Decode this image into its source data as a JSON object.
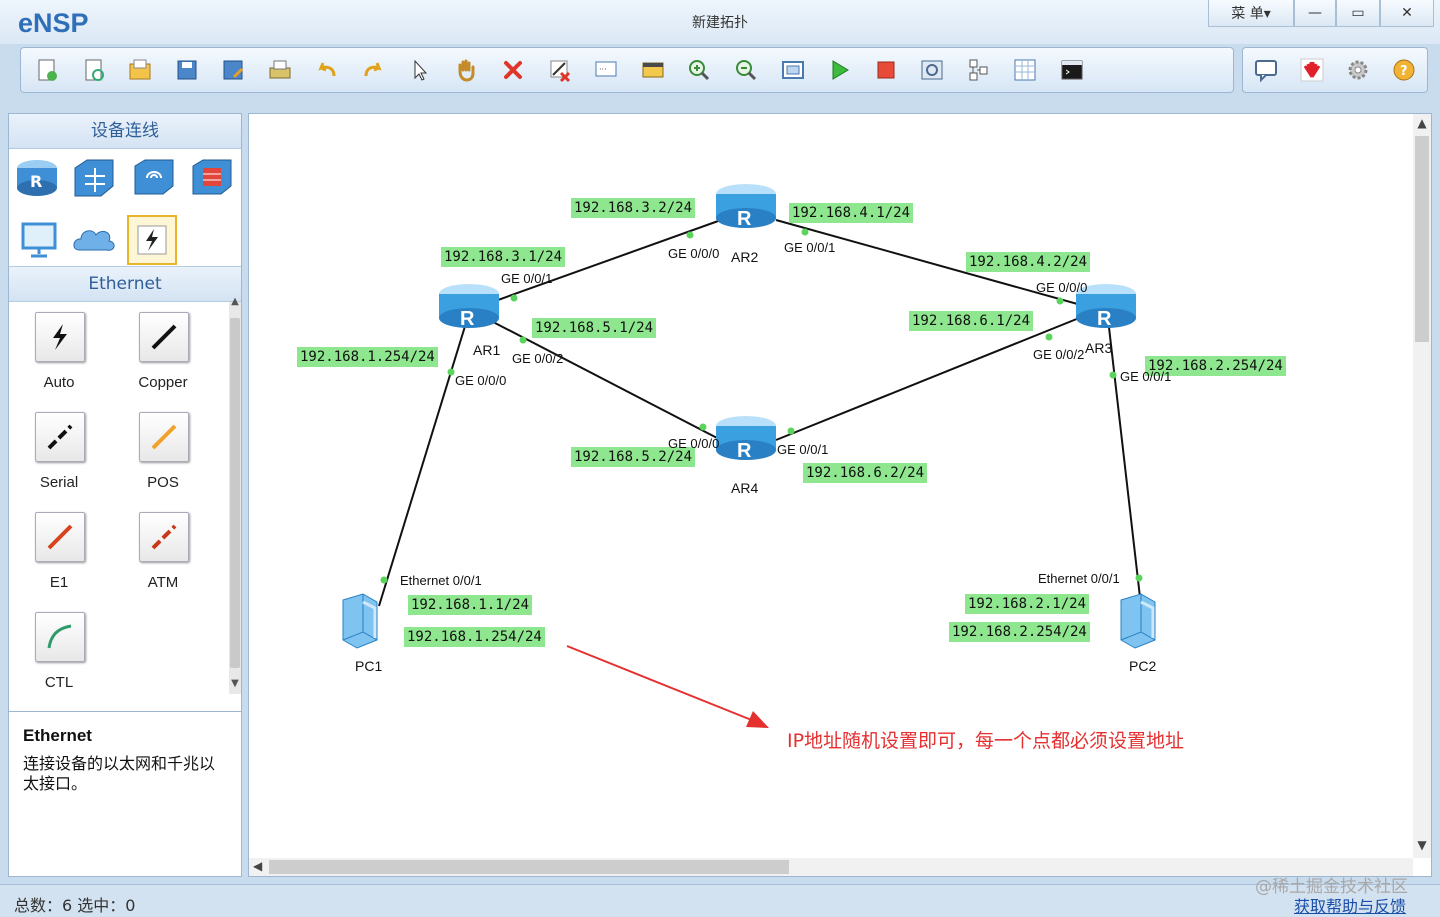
{
  "app": {
    "logo": "eNSP",
    "window_title": "新建拓扑",
    "menu_label": "菜 单▾"
  },
  "toolbar": {
    "buttons": [
      "new-topology",
      "new-experiment",
      "open",
      "save",
      "save-as",
      "print",
      "undo",
      "redo",
      "select",
      "pan",
      "delete",
      "delete-all-links",
      "text",
      "palette",
      "zoom-in",
      "zoom-out",
      "fit",
      "start-device",
      "stop-device",
      "capture",
      "topology",
      "grid",
      "terminal"
    ],
    "right_buttons": [
      "chat",
      "huawei",
      "settings",
      "help"
    ]
  },
  "left_panel": {
    "devices_title": "设备连线",
    "cables_title": "Ethernet",
    "cables": [
      {
        "label": "Auto"
      },
      {
        "label": "Copper"
      },
      {
        "label": "Serial"
      },
      {
        "label": "POS"
      },
      {
        "label": "E1"
      },
      {
        "label": "ATM"
      },
      {
        "label": "CTL"
      }
    ],
    "info_title": "Ethernet",
    "info_text": "连接设备的以太网和千兆以太接口。"
  },
  "topology": {
    "devices": [
      {
        "name": "AR1"
      },
      {
        "name": "AR2"
      },
      {
        "name": "AR3"
      },
      {
        "name": "AR4"
      },
      {
        "name": "PC1"
      },
      {
        "name": "PC2"
      }
    ],
    "ip_labels": [
      "192.168.3.2/24",
      "192.168.4.1/24",
      "192.168.3.1/24",
      "192.168.4.2/24",
      "192.168.5.1/24",
      "192.168.6.1/24",
      "192.168.1.254/24",
      "192.168.2.254/24",
      "192.168.5.2/24",
      "192.168.6.2/24",
      "192.168.1.1/24",
      "192.168.1.254/24",
      "192.168.2.1/24",
      "192.168.2.254/24"
    ],
    "port_labels": [
      "GE 0/0/0",
      "GE 0/0/1",
      "GE 0/0/1",
      "GE 0/0/0",
      "GE 0/0/2",
      "GE 0/0/2",
      "GE 0/0/0",
      "GE 0/0/1",
      "GE 0/0/0",
      "GE 0/0/1",
      "Ethernet 0/0/1",
      "Ethernet 0/0/1"
    ],
    "annotation": "IP地址随机设置即可，每一个点都必须设置地址"
  },
  "status": {
    "text": "总数：6 选中：0",
    "help_link": "获取帮助与反馈",
    "watermark": "@稀土掘金技术社区"
  },
  "colors": {
    "ip_label_bg": "#8ee68e",
    "link": "#111111",
    "annotation": "#e53030",
    "router": "#3aa0e0"
  }
}
